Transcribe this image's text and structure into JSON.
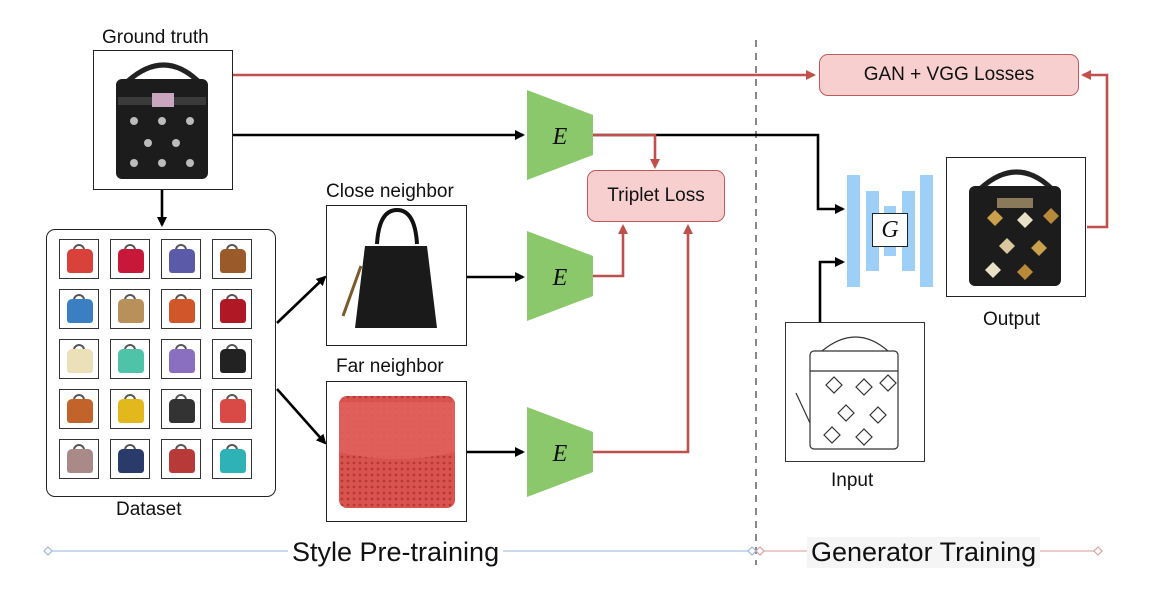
{
  "labels": {
    "ground_truth": "Ground truth",
    "close_neighbor": "Close neighbor",
    "far_neighbor": "Far neighbor",
    "dataset": "Dataset",
    "output": "Output",
    "input": "Input"
  },
  "losses": {
    "gan_vgg": "GAN + VGG Losses",
    "triplet": "Triplet Loss"
  },
  "encoder_symbol": "E",
  "generator_symbol": "G",
  "sections": {
    "style": "Style Pre-training",
    "generator": "Generator Training"
  },
  "colors": {
    "encoder_fill": "#8bc86b",
    "generator_fill": "#9ecff7",
    "loss_fill": "#f7cfcf",
    "red_arrow": "#c0504d",
    "black_arrow": "#000000"
  },
  "dataset_thumbnails": [
    [
      "#d9413b",
      "#c8183a",
      "#5a5aa8",
      "#9a5a2a"
    ],
    [
      "#3a7fc1",
      "#b8915a",
      "#d1572a",
      "#b01825"
    ],
    [
      "#ece0b8",
      "#4fc3a8",
      "#8a6fc0",
      "#222222"
    ],
    [
      "#c2632b",
      "#e2b81d",
      "#333333",
      "#d94a46"
    ],
    [
      "#a98a88",
      "#2a3a6b",
      "#b83a38",
      "#2fb2b5"
    ]
  ]
}
